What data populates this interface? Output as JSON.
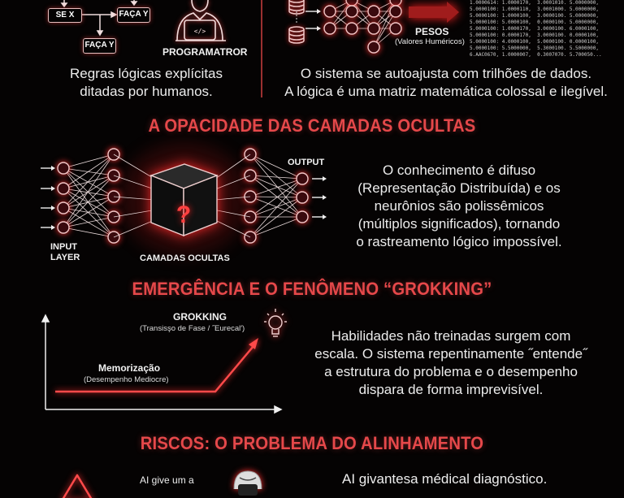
{
  "top_left": {
    "flow_if": "SE X",
    "flow_then_1": "FAÇA Y",
    "flow_then_2": "FAÇA Y",
    "programmer_label": "PROGRAMATROR",
    "code_glyph": "</>",
    "caption": [
      "Regras lógicas explícitas",
      "ditadas por humanos."
    ]
  },
  "top_right": {
    "weights_label": "PESOS",
    "weights_sub": "(Valores Huméricos)",
    "matrix_rows": [
      "1.0000614: 1.0000170,  3.0001010. 5.0000000,",
      "5.0000100: 1.0000110,  3.0001000. 5.0000000,",
      "5.0000100: 1.0000100,  3.0000100. 5.0000000,",
      "5.0000100: 5.0000100,  0.0000100. 5.0000000,",
      "5.0000100: 1.0000170,  3.0000100. 6.0000100,",
      "5.0000100: 0.0000170,  3.0000100. 0.0000100,",
      "5.0000100: 4.0000100,  5.0000100. 0.0000100,",
      "5.0000100: 5.5000000,  5.3000100. 5.5000000,",
      "6.AAC0670, 1.0000007,  0.3007070. 5.700050..."
    ],
    "caption": [
      "O sistema se autoajusta com trilhões de dados.",
      "A lógica é uma matriz matemática colossal e ilegível."
    ]
  },
  "section_opacity": {
    "title": "A OPACIDADE DAS CAMADAS OCULTAS",
    "input_label": [
      "INPUT",
      "LAYER"
    ],
    "hidden_label": "CAMADAS OCULTAS",
    "output_label": "OUTPUT",
    "box_glyph": "?",
    "caption": [
      "O conhecimento é difuso",
      "(Representação Distribuída) e os",
      "neurônios são polissêmicos",
      "(múltiplos significados), tornando",
      "o rastreamento lógico impossível."
    ]
  },
  "section_grokking": {
    "title": "EMERGÊNCIA E O FENÔMENO “GROKKING”",
    "peak_label": "GROKKING",
    "peak_sub": "(Transisşo de Fase / ˝Eurecal′)",
    "plateau_label": "Memorização",
    "plateau_sub": "(Desempenho Mediocre)",
    "caption": [
      "Habilidades não treinadas surgem com",
      "escala. O sistema repentinamente ˝entende˝",
      "a estrutura do problema e o desempenho",
      "dispara de forma imprevisível."
    ]
  },
  "section_risks": {
    "title": "RISCOS: O PROBLEMA DO ALINHAMENTO",
    "left_text": "AI give um a",
    "right_text": "AI givantesa médical diagnóstico."
  },
  "colors": {
    "accent": "#e5484a",
    "background": "#050303",
    "node_fill": "#3a0a0e"
  }
}
